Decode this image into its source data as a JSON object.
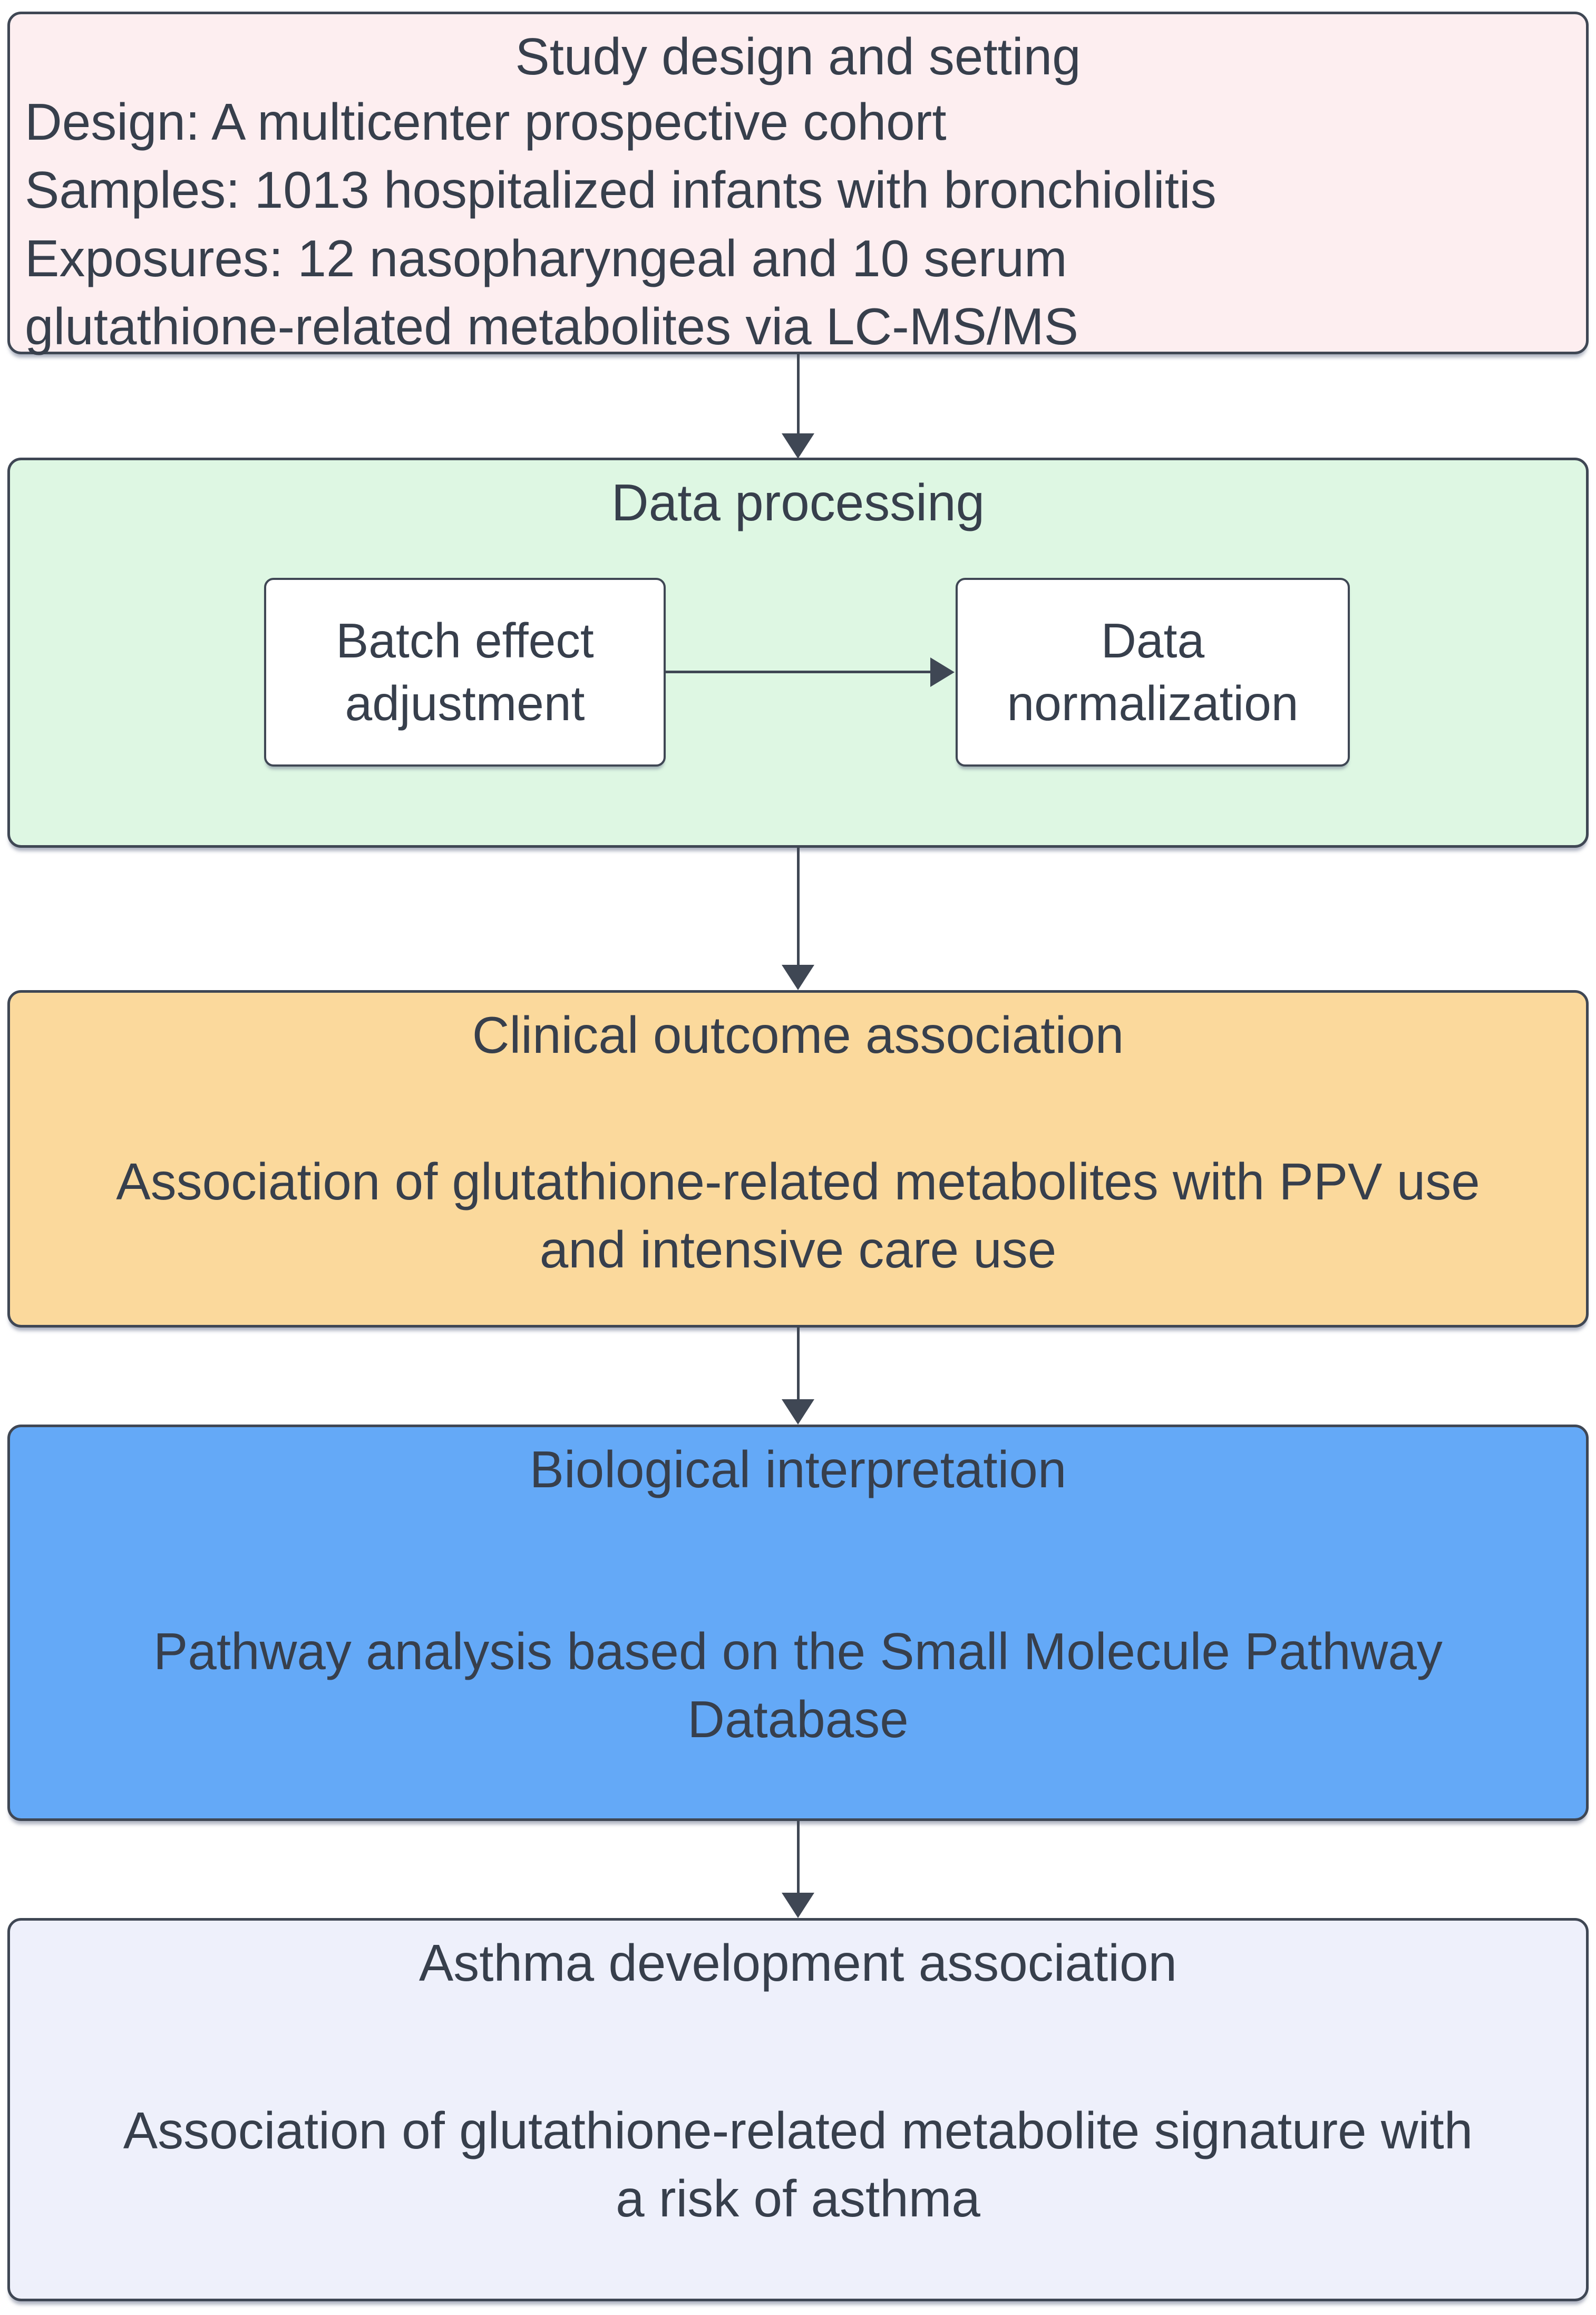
{
  "diagram": {
    "colors": {
      "border": "#3f4754",
      "text": "#373f4c",
      "arrow": "#3f4754",
      "node_fill": "#ffffff"
    },
    "boxes": {
      "study": {
        "fill": "#fdeef0",
        "title": "Study design and setting",
        "line1": "Design: A multicenter prospective cohort",
        "line2": "Samples: 1013 hospitalized infants with bronchiolitis",
        "line3": "Exposures: 12 nasopharyngeal and 10 serum",
        "line4": "glutathione-related metabolites via LC-MS/MS"
      },
      "processing": {
        "fill": "#def7e3",
        "title": "Data processing",
        "step1": "Batch effect adjustment",
        "step2": "Data normalization"
      },
      "clinical": {
        "fill": "#fbd99c",
        "title": "Clinical outcome association",
        "line1": "Association of glutathione-related metabolites with PPV use",
        "line2": "and intensive care use"
      },
      "biological": {
        "fill": "#64a9f7",
        "title": "Biological interpretation",
        "line1": "Pathway analysis based on the Small Molecule Pathway",
        "line2": "Database"
      },
      "asthma": {
        "fill": "#eef0fb",
        "title": "Asthma development association",
        "line1": "Association of glutathione-related metabolite signature with",
        "line2": "a risk of asthma"
      }
    }
  }
}
